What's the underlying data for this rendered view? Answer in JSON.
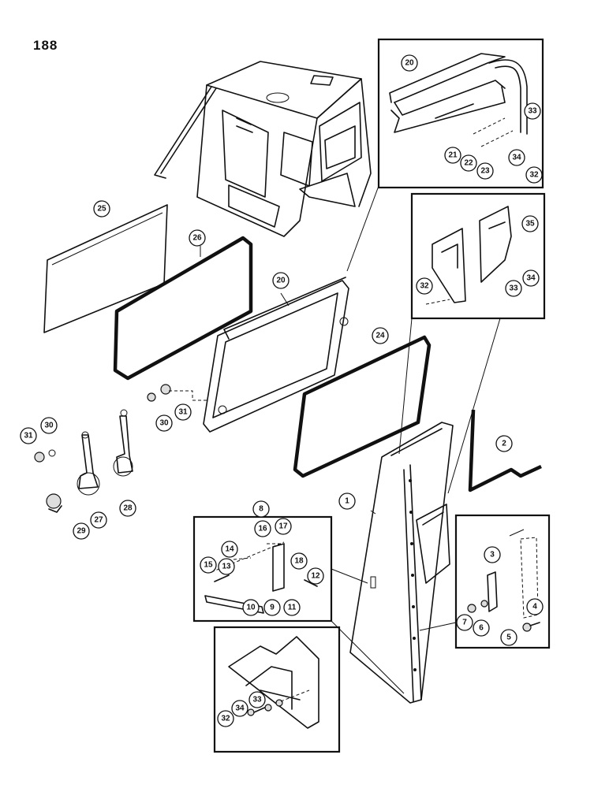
{
  "page": {
    "number": "188"
  },
  "callouts": [
    {
      "n": "20"
    },
    {
      "n": "33"
    },
    {
      "n": "21"
    },
    {
      "n": "22"
    },
    {
      "n": "23"
    },
    {
      "n": "34"
    },
    {
      "n": "32"
    },
    {
      "n": "25"
    },
    {
      "n": "26"
    },
    {
      "n": "20"
    },
    {
      "n": "35"
    },
    {
      "n": "32"
    },
    {
      "n": "33"
    },
    {
      "n": "34"
    },
    {
      "n": "24"
    },
    {
      "n": "30"
    },
    {
      "n": "31"
    },
    {
      "n": "31"
    },
    {
      "n": "30"
    },
    {
      "n": "2"
    },
    {
      "n": "27"
    },
    {
      "n": "28"
    },
    {
      "n": "29"
    },
    {
      "n": "1"
    },
    {
      "n": "8"
    },
    {
      "n": "16"
    },
    {
      "n": "17"
    },
    {
      "n": "14"
    },
    {
      "n": "18"
    },
    {
      "n": "13"
    },
    {
      "n": "15"
    },
    {
      "n": "12"
    },
    {
      "n": "10"
    },
    {
      "n": "9"
    },
    {
      "n": "11"
    },
    {
      "n": "3"
    },
    {
      "n": "4"
    },
    {
      "n": "7"
    },
    {
      "n": "6"
    },
    {
      "n": "5"
    },
    {
      "n": "33"
    },
    {
      "n": "34"
    },
    {
      "n": "32"
    }
  ]
}
